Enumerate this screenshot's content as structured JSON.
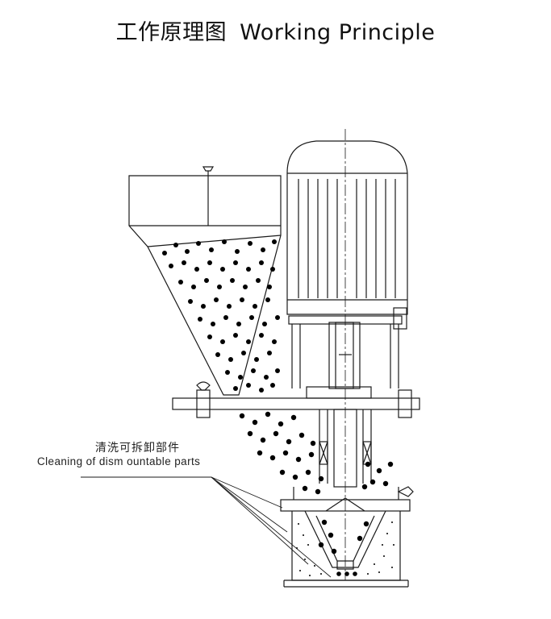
{
  "title": {
    "zh": "工作原理图",
    "en": "Working Principle"
  },
  "callout": {
    "zh": "清洗可拆卸部件",
    "en": "Cleaning of dism ountable parts"
  },
  "colors": {
    "line": "#1a1a1a",
    "particle": "#000000",
    "background": "#ffffff"
  }
}
